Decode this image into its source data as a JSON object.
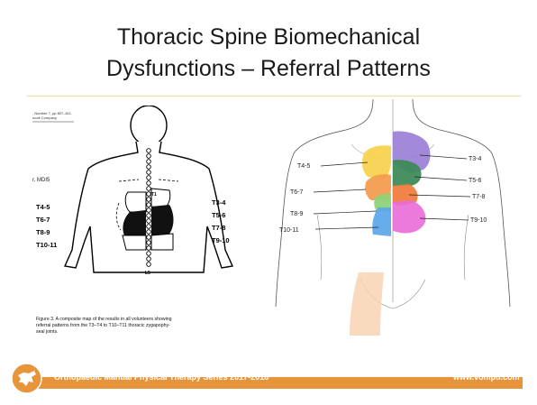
{
  "slide": {
    "title_line1": "Thoracic Spine Biomechanical",
    "title_line2": "Dysfunctions – Referral Patterns"
  },
  "figure_left": {
    "journal_line1": ", Number 7, pp 807–811",
    "journal_line2": "ncott Company",
    "author": "r, MDI5",
    "spine_label_top": "T1",
    "spine_label_bottom": "L5",
    "left_labels": [
      "T4-5",
      "T6-7",
      "T8-9",
      "T10-11"
    ],
    "right_labels": [
      "T3-4",
      "T5-6",
      "T7-8",
      "T9-10"
    ],
    "caption_line1": "Figure 3. A composite map of the results in all volunteers showing",
    "caption_line2": "referral patterns from the T3–T4 to T10–T11 thoracic zygapophy-",
    "caption_line3": "seal joints."
  },
  "figure_right": {
    "left_labels": [
      "T4-5",
      "T6-7",
      "T8-9",
      "T10-11"
    ],
    "right_labels": [
      "T3-4",
      "T5-6",
      "T7-8",
      "T9-10"
    ],
    "region_colors": {
      "T3-4": "#9b7fd6",
      "T4-5": "#f7d14a",
      "T5-6": "#3f8a5a",
      "T6-7": "#f39a4b",
      "T7-8": "#f07a3a",
      "T8-9": "#8fd27a",
      "T9-10": "#ea6ad8",
      "T10-11": "#5aa6e8"
    }
  },
  "footer": {
    "left_text": "Orthopaedic Manual Physical Therapy Series 2017-2018",
    "right_text": "www.vompti.com",
    "band_color": "#e8943a"
  }
}
